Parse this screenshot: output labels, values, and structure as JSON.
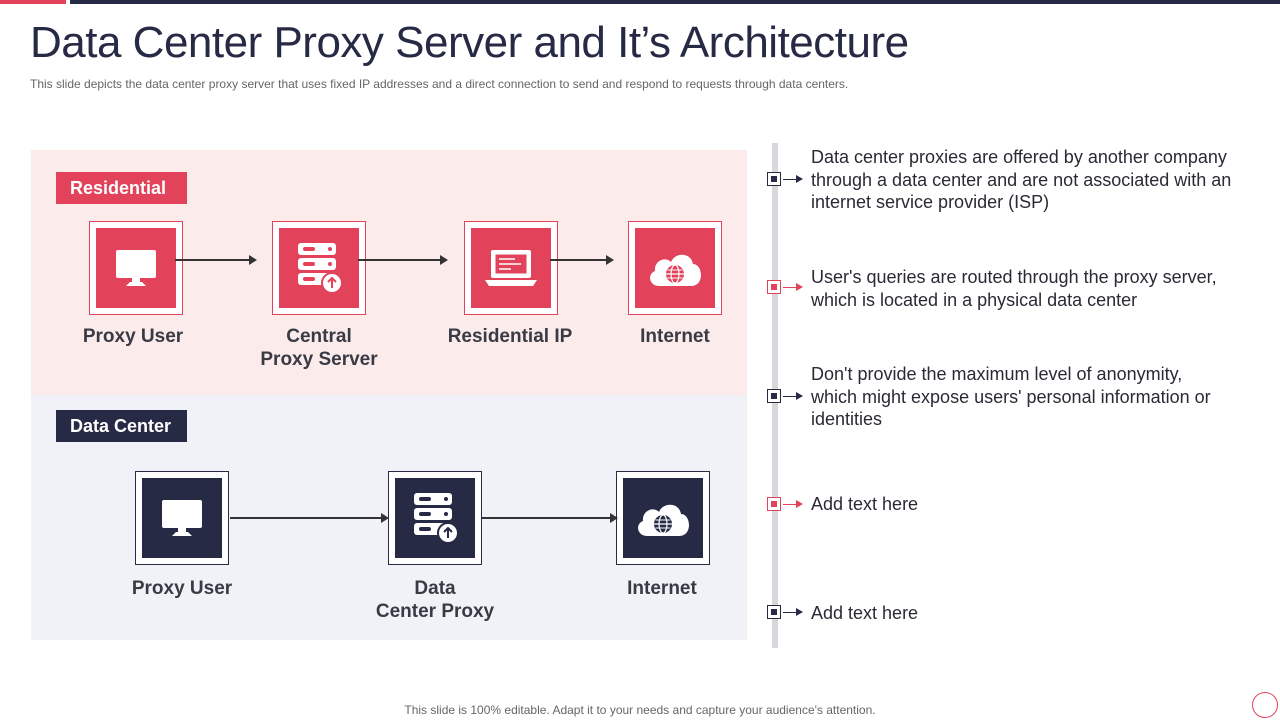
{
  "header": {
    "title": "Data Center Proxy Server and It’s Architecture",
    "subtitle": "This slide depicts the data center proxy server  that uses fixed IP addresses and a direct connection to send and respond to requests through data centers."
  },
  "residential": {
    "tag": "Residential",
    "nodes": [
      {
        "label": "Proxy User",
        "icon": "monitor-icon"
      },
      {
        "label_line1": "Central",
        "label_line2": "Proxy Server",
        "icon": "server-icon"
      },
      {
        "label": "Residential IP",
        "icon": "laptop-icon"
      },
      {
        "label": "Internet",
        "icon": "cloud-globe-icon"
      }
    ]
  },
  "data_center": {
    "tag": "Data Center",
    "nodes": [
      {
        "label": "Proxy User",
        "icon": "monitor-icon"
      },
      {
        "label_line1": "Data",
        "label_line2": "Center Proxy",
        "icon": "server-icon"
      },
      {
        "label": "Internet",
        "icon": "cloud-globe-icon"
      }
    ]
  },
  "bullets": [
    {
      "text": "Data center proxies are offered by another company through a data center and are not associated with an internet service provider (ISP)",
      "style": "dark"
    },
    {
      "text": "User's queries are routed through the proxy server, which is located in a physical data center",
      "style": "red"
    },
    {
      "text": "Don't provide the maximum level of anonymity, which might expose users' personal information or identities",
      "style": "dark"
    },
    {
      "text": "Add text here",
      "style": "red"
    },
    {
      "text": "Add text here",
      "style": "dark"
    }
  ],
  "footer": "This slide is 100% editable. Adapt it to your needs and capture your audience's attention.",
  "colors": {
    "accent": "#e2425a",
    "dark": "#262a44"
  }
}
